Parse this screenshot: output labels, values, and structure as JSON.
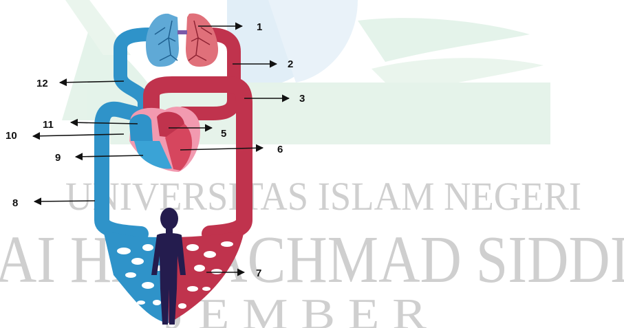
{
  "watermark": {
    "line1": "UNIVERSITAS ISLAM NEGERI",
    "line2": "IAI HAJI ACHMAD SIDDIQ",
    "line3": "J E M B E R",
    "tint": "#d9ecdf"
  },
  "labels": [
    "1",
    "2",
    "3",
    "5",
    "6",
    "7",
    "8",
    "9",
    "10",
    "11",
    "12"
  ],
  "colors": {
    "oxygenated": "#c0334d",
    "deoxygenated": "#2f93c9",
    "lung_blue": "#5fa9d6",
    "lung_red": "#e0707a",
    "body_silhouette": "#241c4e",
    "arrow": "#111111"
  }
}
